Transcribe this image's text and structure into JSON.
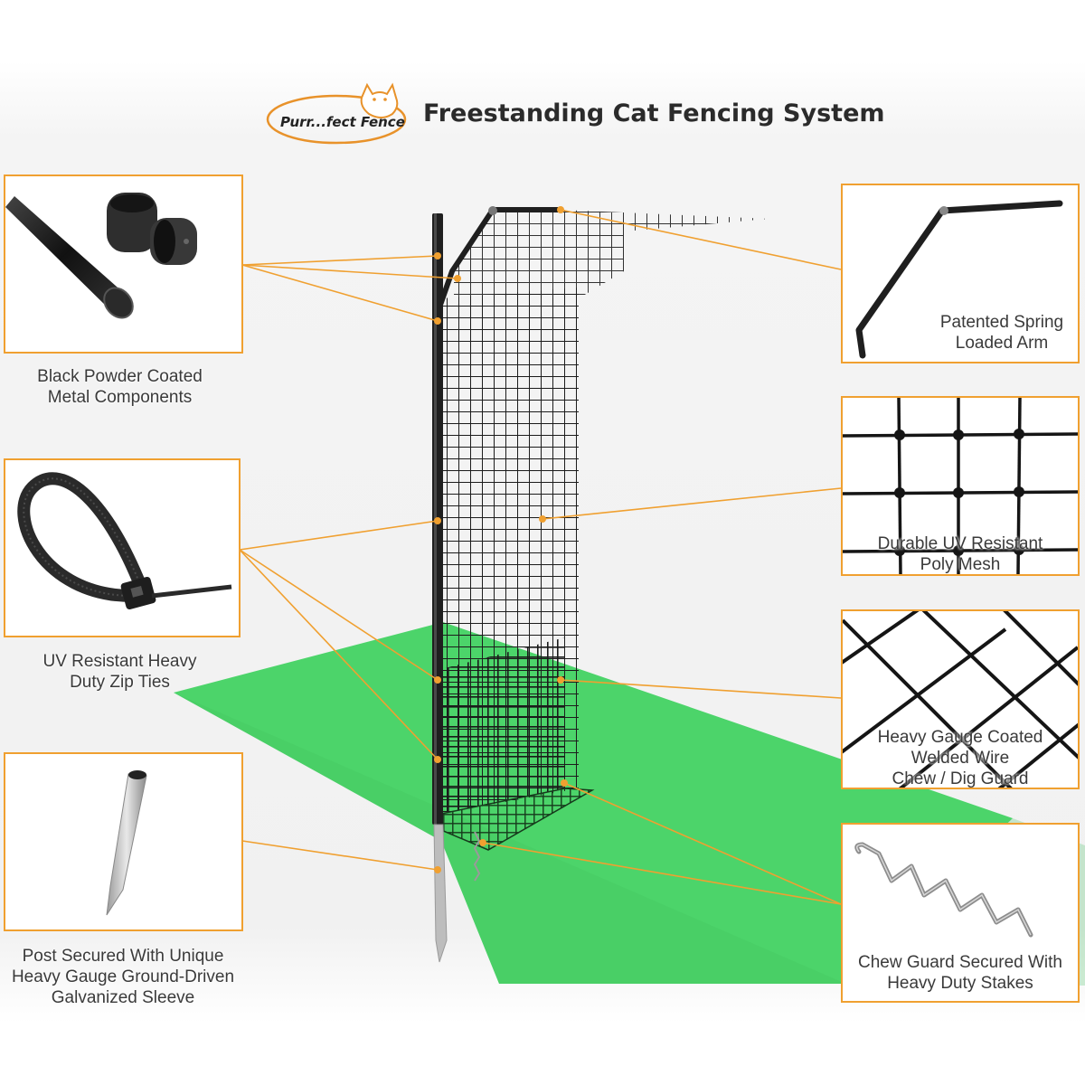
{
  "header": {
    "logo_text": "Purr...fect Fence",
    "title": "Freestanding Cat Fencing System"
  },
  "colors": {
    "accent_orange": "#f0a030",
    "ground_green": "#4cd46a",
    "mesh_black": "#1a1a1a"
  },
  "callouts": {
    "metal_components": {
      "line1": "Black Powder Coated",
      "line2": "Metal Components",
      "icon": "tube-and-connectors"
    },
    "zip_ties": {
      "line1": "UV Resistant Heavy",
      "line2": "Duty Zip Ties",
      "icon": "zip-tie"
    },
    "ground_sleeve": {
      "line1": "Post Secured With Unique",
      "line2": "Heavy Gauge Ground-Driven",
      "line3": "Galvanized Sleeve",
      "icon": "ground-sleeve"
    },
    "spring_arm": {
      "line1": "Patented Spring",
      "line2": "Loaded Arm",
      "icon": "spring-arm"
    },
    "poly_mesh": {
      "line1": "Durable UV Resistant",
      "line2": "Poly Mesh",
      "icon": "poly-mesh"
    },
    "chew_guard": {
      "line1": "Heavy Gauge Coated",
      "line2": "Welded Wire",
      "line3": "Chew /  Dig Guard",
      "icon": "welded-wire"
    },
    "stakes": {
      "line1": "Chew Guard Secured With",
      "line2": "Heavy Duty Stakes",
      "icon": "ground-stake"
    }
  }
}
